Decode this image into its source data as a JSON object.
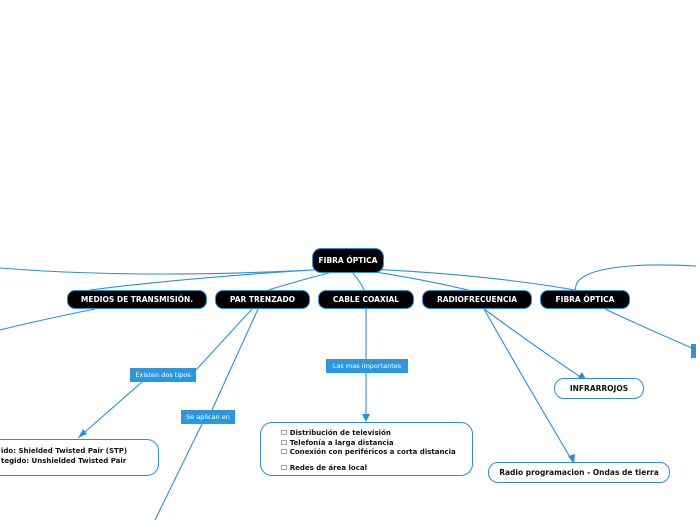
{
  "root": {
    "label": "FIBRA ÓPTICA"
  },
  "branches": [
    {
      "label": "MEDIOS DE TRANSMISIÓN."
    },
    {
      "label": "PAR TRENZADO"
    },
    {
      "label": "CABLE COAXIAL"
    },
    {
      "label": "RADIOFRECUENCIA"
    },
    {
      "label": "FIBRA ÓPTICA"
    }
  ],
  "connectors": {
    "existen": "Existen dos tipos",
    "aplican": "Se aplican en",
    "importantes": "Las mas importantes"
  },
  "stp_box": {
    "lines": [
      "ido: Shielded Twisted Pair (STP)",
      "tegido: Unshielded Twisted Pair"
    ]
  },
  "coax_box": {
    "lines": [
      "☐ Distribución de televisión",
      "☐ Telefonía a larga distancia",
      "☐ Conexión con periféricos a corta distancia",
      "",
      "☐ Redes de área local"
    ]
  },
  "leaves": {
    "infrarrojos": "INFRARROJOS",
    "radio": "Radio programacion - Ondas de tierra"
  },
  "colors": {
    "line": "#2d8fd8",
    "tag": "#2a97e0",
    "node_fill": "#000000"
  }
}
